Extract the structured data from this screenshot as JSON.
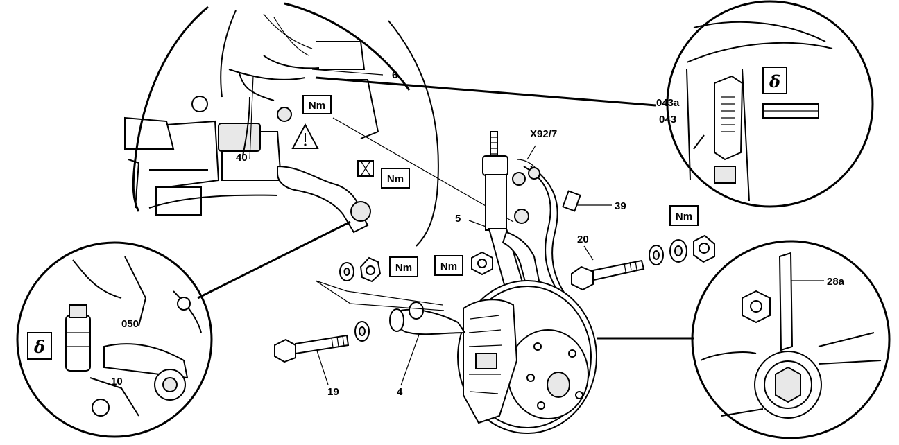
{
  "labels": {
    "p6": "6",
    "p40": "40",
    "x927": "X92/7",
    "p39": "39",
    "p5": "5",
    "p20": "20",
    "p043a": "043a",
    "p043": "043",
    "p050": "050",
    "p10": "10",
    "p19": "19",
    "p4": "4",
    "p28a": "28a"
  },
  "torque_symbol": "Nm",
  "tool_symbol": "ẟ"
}
